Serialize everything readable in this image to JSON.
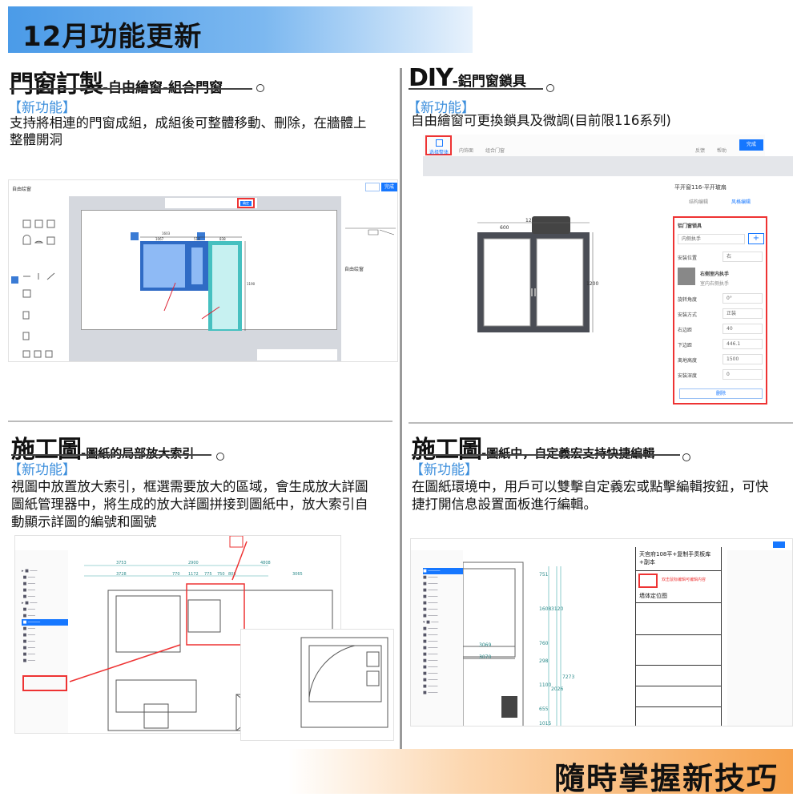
{
  "banner": {
    "title": "12月功能更新"
  },
  "sections": [
    {
      "title_main": "門窗訂製",
      "title_sub": "-自由繪窗-組合門窗",
      "tag": "【新功能】",
      "lines": [
        "支持將相連的門窗成組，成組後可整體移動、刪除，在牆體上",
        "整體開洞"
      ]
    },
    {
      "title_main": "DIY",
      "title_sub": "-鋁門窗鎖具",
      "tag": "【新功能】",
      "lines": [
        "自由繪窗可更換鎖具及微調(目前限116系列)"
      ]
    },
    {
      "title_main": "施工圖",
      "title_sub": "-圖紙的局部放大索引",
      "tag": "【新功能】",
      "lines": [
        "視圖中放置放大索引，框選需要放大的區域，會生成放大詳圖",
        "圖紙管理器中，將生成的放大詳圖拼接到圖紙中，放大索引自",
        "動顯示詳圖的編號和圖號"
      ]
    },
    {
      "title_main": "施工圖",
      "title_sub": "-圖紙中，自定義宏支持快捷編輯",
      "tag": "【新功能】",
      "lines": [
        "在圖紙環境中，用戶可以雙擊自定義宏或點擊編輯按鈕，可快",
        "捷打開信息設置面板進行編輯。"
      ]
    }
  ],
  "shot1": {
    "title": "自由绘窗",
    "done": "完成",
    "group_btn": "确定",
    "dims": [
      "1603",
      "1067",
      "518",
      "838",
      "1190"
    ],
    "panel_title": "自由绘窗"
  },
  "shot2": {
    "toolbar": [
      "选择整体",
      "内饰面",
      "组合门窗",
      "反馈",
      "帮助"
    ],
    "done": "完成",
    "panel_title": "平开窗116-平开玻扇",
    "tabs": [
      "结构编辑",
      "风格编辑"
    ],
    "lock_section": "铝门窗锁具",
    "lock_select": "内侧执手",
    "add": "+",
    "fields": [
      {
        "label": "安装位置",
        "value": "右"
      },
      {
        "label": "旋转角度",
        "value": "0°"
      },
      {
        "label": "安装方式",
        "value": "正装"
      },
      {
        "label": "右边距",
        "value": "40"
      },
      {
        "label": "下边距",
        "value": "446.1"
      },
      {
        "label": "离地高度",
        "value": "1500"
      },
      {
        "label": "安装深度",
        "value": "0"
      }
    ],
    "lock_name": "右侧室内执手",
    "lock_desc": "室内右侧执手",
    "delete": "删除",
    "dims": [
      "600",
      "1200",
      "12"
    ]
  },
  "shot3": {
    "dims_top": [
      "3753",
      "2900",
      "4808"
    ],
    "dims_bot": [
      "3728",
      "770",
      "1172",
      "775",
      "750",
      "808",
      "3065"
    ]
  },
  "shot4": {
    "title_block": "天宫府108平+复制手贯板库+副本",
    "hint": "双击鼠标编辑可编辑内容",
    "plan_name": "墙体定位图",
    "dims": [
      "751",
      "1608",
      "3120",
      "760",
      "298",
      "3069",
      "3070",
      "1100",
      "2026",
      "655",
      "1015",
      "7273"
    ]
  },
  "footer": {
    "slogan": "隨時掌握新技巧"
  }
}
